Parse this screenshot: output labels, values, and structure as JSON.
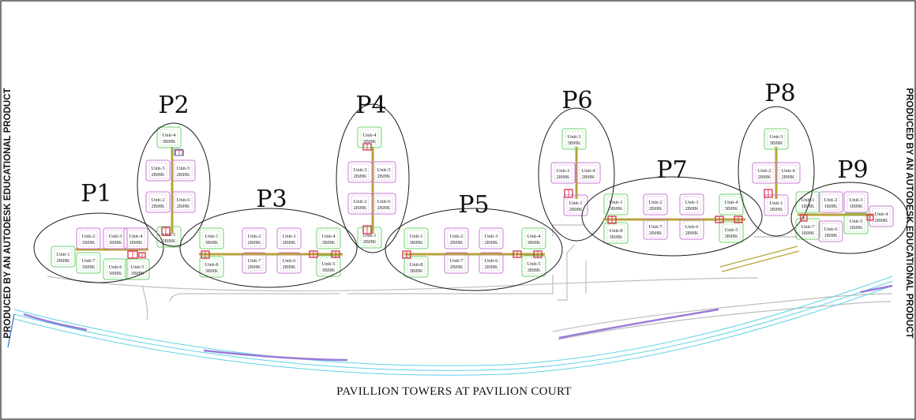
{
  "caption": "PAVILLION TOWERS AT PAVILION COURT",
  "watermark_left": "PRODUCED BY AN AUTODESK EDUCATIONAL PRODUCT",
  "watermark_right": "PRODUCED BY AN AUTODESK EDUCATIONAL PRODUCT",
  "colors": {
    "ellipse": "#1a1a1a",
    "unit_green": "#6bd36b",
    "unit_magenta": "#c77bd0",
    "corridor": "#b8a23a",
    "stair": "#d9304a",
    "road": "#bdbdbd",
    "river": "#5fd3e8",
    "river_dark": "#9a7bd8"
  },
  "buildings": [
    {
      "id": "P1",
      "units": [
        {
          "n": "Unit-1",
          "t": "2BHK"
        },
        {
          "n": "Unit-2",
          "t": "1BHK"
        },
        {
          "n": "Unit-3",
          "t": "1BHK"
        },
        {
          "n": "Unit-4",
          "t": "1BHK"
        },
        {
          "n": "Unit-7",
          "t": "1BHK"
        },
        {
          "n": "Unit-6",
          "t": "1BHK"
        },
        {
          "n": "Unit-5",
          "t": "1BHK"
        }
      ]
    },
    {
      "id": "P2",
      "units": [
        {
          "n": "Unit-4",
          "t": "3BHK"
        },
        {
          "n": "Unit-3",
          "t": "2BHK"
        },
        {
          "n": "Unit-5",
          "t": "2BHK"
        },
        {
          "n": "Unit-2",
          "t": "2BHK"
        },
        {
          "n": "Unit-6",
          "t": "2BHK"
        },
        {
          "n": "Unit-1",
          "t": "2BHK"
        }
      ]
    },
    {
      "id": "P3",
      "units": [
        {
          "n": "Unit-1",
          "t": "3BHK"
        },
        {
          "n": "Unit-2",
          "t": "2BHK"
        },
        {
          "n": "Unit-3",
          "t": "2BHK"
        },
        {
          "n": "Unit-4",
          "t": "3BHK"
        },
        {
          "n": "Unit-8",
          "t": "3BHK"
        },
        {
          "n": "Unit-7",
          "t": "2BHK"
        },
        {
          "n": "Unit-6",
          "t": "2BHK"
        },
        {
          "n": "Unit-5",
          "t": "3BHK"
        }
      ]
    },
    {
      "id": "P4",
      "units": [
        {
          "n": "Unit-4",
          "t": "3BHK"
        },
        {
          "n": "Unit-3",
          "t": "2BHK"
        },
        {
          "n": "Unit-5",
          "t": "2BHK"
        },
        {
          "n": "Unit-2",
          "t": "2BHK"
        },
        {
          "n": "Unit-6",
          "t": "2BHK"
        },
        {
          "n": "Unit-1",
          "t": "2BHK"
        }
      ]
    },
    {
      "id": "P5",
      "units": [
        {
          "n": "Unit-1",
          "t": "3BHK"
        },
        {
          "n": "Unit-2",
          "t": "2BHK"
        },
        {
          "n": "Unit-3",
          "t": "2BHK"
        },
        {
          "n": "Unit-4",
          "t": "3BHK"
        },
        {
          "n": "Unit-8",
          "t": "3BHK"
        },
        {
          "n": "Unit-7",
          "t": "2BHK"
        },
        {
          "n": "Unit-6",
          "t": "2BHK"
        },
        {
          "n": "Unit-5",
          "t": "3BHK"
        }
      ]
    },
    {
      "id": "P6",
      "units": [
        {
          "n": "Unit-3",
          "t": "3BHK"
        },
        {
          "n": "Unit-2",
          "t": "2BHK"
        },
        {
          "n": "Unit-4",
          "t": "2BHK"
        },
        {
          "n": "Unit-1",
          "t": "2BHK"
        }
      ]
    },
    {
      "id": "P7",
      "units": [
        {
          "n": "Unit-1",
          "t": "3BHK"
        },
        {
          "n": "Unit-2",
          "t": "2BHK"
        },
        {
          "n": "Unit-3",
          "t": "2BHK"
        },
        {
          "n": "Unit-4",
          "t": "3BHK"
        },
        {
          "n": "Unit-8",
          "t": "3BHK"
        },
        {
          "n": "Unit-7",
          "t": "2BHK"
        },
        {
          "n": "Unit-6",
          "t": "2BHK"
        },
        {
          "n": "Unit-5",
          "t": "3BHK"
        }
      ]
    },
    {
      "id": "P8",
      "units": [
        {
          "n": "Unit-3",
          "t": "3BHK"
        },
        {
          "n": "Unit-2",
          "t": "2BHK"
        },
        {
          "n": "Unit-4",
          "t": "2BHK"
        },
        {
          "n": "Unit-1",
          "t": "2BHK"
        }
      ]
    },
    {
      "id": "P9",
      "units": [
        {
          "n": "Unit-1",
          "t": "1BHK"
        },
        {
          "n": "Unit-2",
          "t": "1BHK"
        },
        {
          "n": "Unit-3",
          "t": "1BHK"
        },
        {
          "n": "Unit-4",
          "t": "2BHK"
        },
        {
          "n": "Unit-7",
          "t": "1BHK"
        },
        {
          "n": "Unit-6",
          "t": "1BHK"
        },
        {
          "n": "Unit-5",
          "t": "1BHK"
        }
      ]
    }
  ]
}
